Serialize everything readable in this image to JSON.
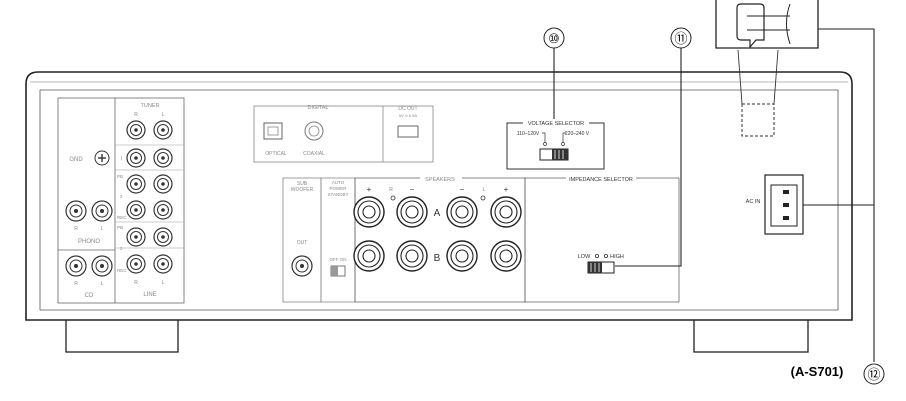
{
  "callouts": {
    "c10": "⑩",
    "c11": "⑪",
    "c12": "⑫"
  },
  "model": "(A-S701)",
  "panel": {
    "tuner": "TUNER",
    "gnd": "GND",
    "phono": "PHONO",
    "cd": "CD",
    "line": "LINE",
    "ch_r": "R",
    "ch_l": "L",
    "col_i": "I",
    "col_pb1": "PB",
    "col_rec1": "REC",
    "col_pb2": "PB",
    "col_rec2": "REC",
    "col_2a": "2",
    "col_2b": "2",
    "digital": "DIGITAL",
    "optical": "OPTICAL",
    "coaxial": "COAXIAL",
    "dc_out": "DC OUT",
    "dc_out_spec": "5V ═ 0.5A",
    "voltage_selector": "VOLTAGE SELECTOR",
    "voltage_low": "110–120V",
    "voltage_high": "220–240 V",
    "sub_woofer_1": "SUB",
    "sub_woofer_2": "WOOFER",
    "out": "OUT",
    "auto_1": "AUTO",
    "auto_2": "POWER",
    "auto_3": "STANDBY",
    "off_on": "OFF ON",
    "speakers": "SPEAKERS",
    "plus": "+",
    "minus": "−",
    "spk_r": "R",
    "spk_l": "L",
    "spk_a": "A",
    "spk_b": "B",
    "impedance_selector": "IMPEDANCE SELECTOR",
    "imp_low": "LOW",
    "imp_high": "HIGH",
    "ac_in": "AC IN"
  }
}
